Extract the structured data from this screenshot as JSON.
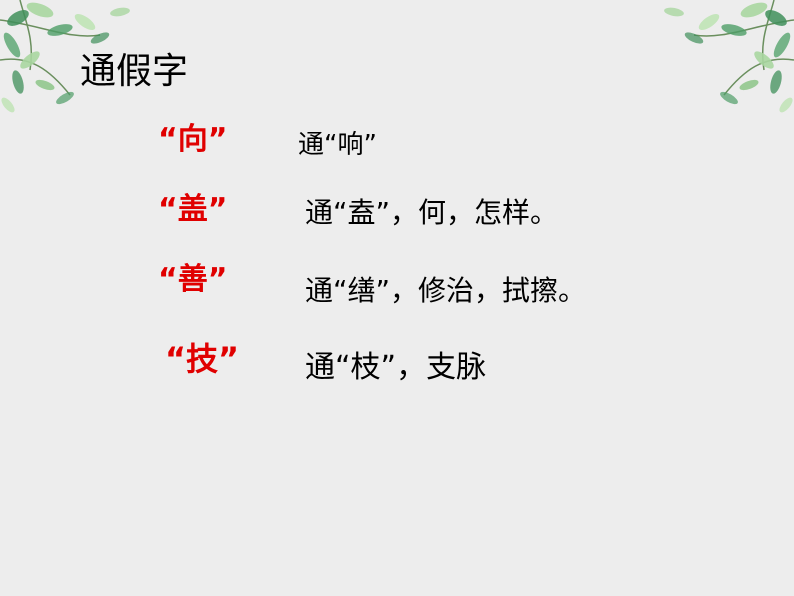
{
  "title": "通假字",
  "colors": {
    "background": "#ededed",
    "term": "#e00000",
    "text": "#000000",
    "leaf_dark": "#3f8f5a",
    "leaf_light": "#a9d6a0"
  },
  "entries": [
    {
      "term": "“向”",
      "explanation": "通“响”"
    },
    {
      "term": "“盖”",
      "explanation": "通“盍”，何，怎样。"
    },
    {
      "term": "“善”",
      "explanation": "通“缮”，修治，拭擦。"
    },
    {
      "term": "“技”",
      "explanation": "通“枝”，支脉"
    }
  ],
  "decorations": {
    "top_left": "leaf-branch-icon",
    "top_right": "leaf-branch-icon"
  }
}
